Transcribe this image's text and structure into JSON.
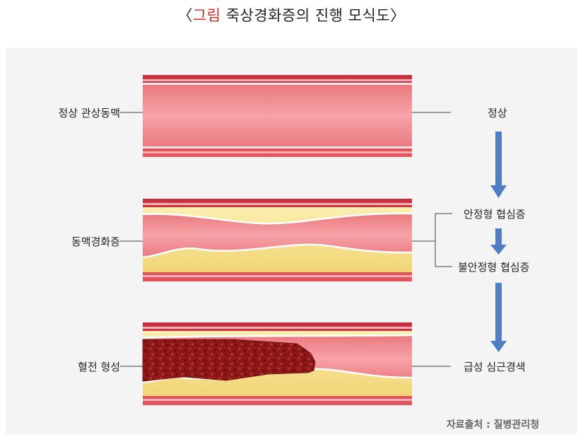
{
  "title": {
    "open_bracket": "〈",
    "highlight": "그림",
    "text": " 죽상경화증의 진행 모식도",
    "close_bracket": "〉"
  },
  "left_labels": {
    "normal": "정상 관상동맥",
    "atherosclerosis": "동맥경화증",
    "thrombus": "혈전 형성"
  },
  "right_labels": {
    "normal": "정상",
    "stable": "안정형 협심증",
    "unstable": "불안정형 협심증",
    "acute": "급성 심근경색"
  },
  "source": "자료출처 : 질병관리청",
  "colors": {
    "title_highlight": "#d42b2b",
    "arrow": "#4f7ec4",
    "vessel_wall": "#d43a48",
    "lumen": "#f2959a",
    "plaque": "#f6e08a",
    "thrombus": "#8e1717"
  }
}
